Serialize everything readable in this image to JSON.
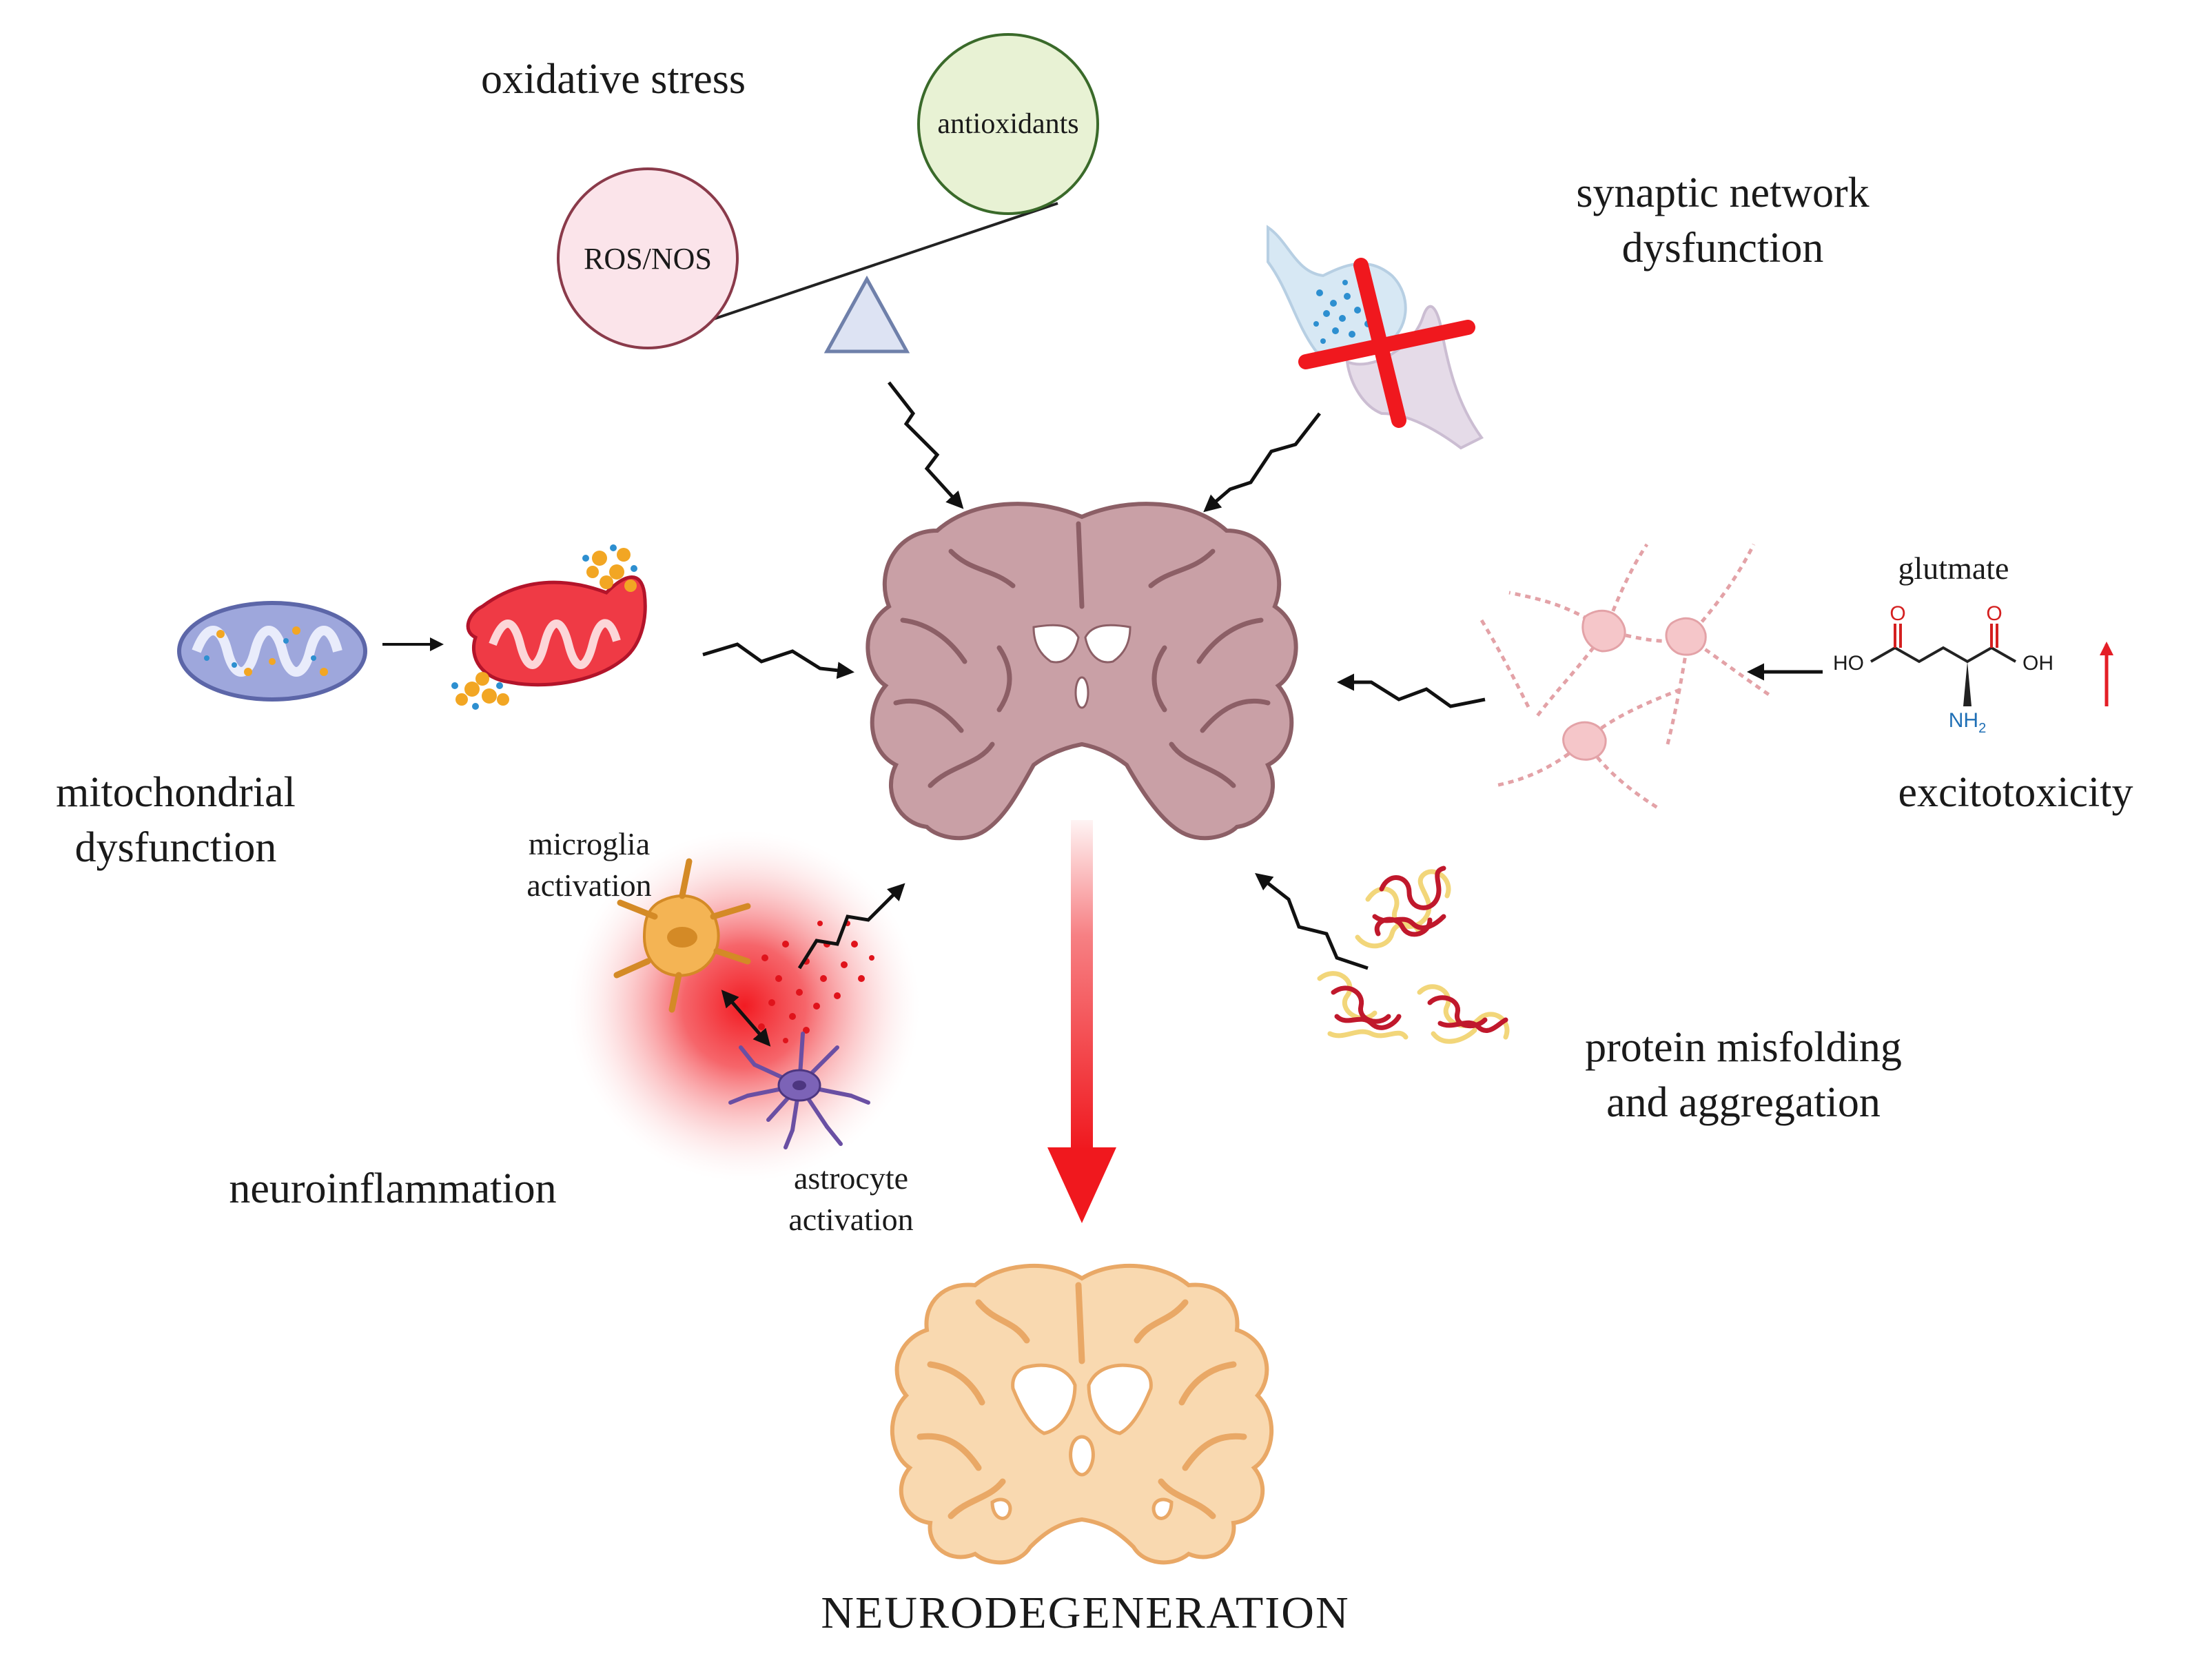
{
  "labels": {
    "oxidative_stress": "oxidative stress",
    "antioxidants": "antioxidants",
    "ros_nos": "ROS/NOS",
    "synaptic_line1": "synaptic network",
    "synaptic_line2": "dysfunction",
    "mito_line1": "mitochondrial",
    "mito_line2": "dysfunction",
    "glutmate": "glutmate",
    "excitotoxicity": "excitotoxicity",
    "microglia_line1": "microglia",
    "microglia_line2": "activation",
    "astrocyte_line1": "astrocyte",
    "astrocyte_line2": "activation",
    "neuroinflammation": "neuroinflammation",
    "protein_line1": "protein misfolding",
    "protein_line2": "and aggregation",
    "neurodegeneration": "NEURODEGENERATION"
  },
  "glutamate_structure": {
    "ho_left": "HO",
    "oh_right": "OH",
    "o_left": "O",
    "o_right": "O",
    "nh2": "NH",
    "nh2_sub": "2"
  },
  "colors": {
    "ros_fill": "#fbe4ea",
    "ros_stroke": "#8a3a4a",
    "antiox_fill": "#e8f2d4",
    "antiox_stroke": "#3a6a2a",
    "brain_fill": "#c9a0a6",
    "brain_stroke": "#8c5f66",
    "degenerated_fill": "#f9d9b0",
    "degenerated_stroke": "#e9a866",
    "accent_red": "#f0181e",
    "mito_blue": "#9ea7dc",
    "mito_red": "#ef3a45"
  },
  "icons": [
    "balance-scale-icon",
    "synapse-blocked-icon",
    "healthy-mitochondrion-icon",
    "damaged-mitochondrion-icon",
    "healthy-brain-icon",
    "degenerated-brain-icon",
    "neuron-network-icon",
    "glutamate-molecule-icon",
    "increase-arrow-icon",
    "microglia-icon",
    "astrocyte-icon",
    "protein-aggregate-icon"
  ]
}
